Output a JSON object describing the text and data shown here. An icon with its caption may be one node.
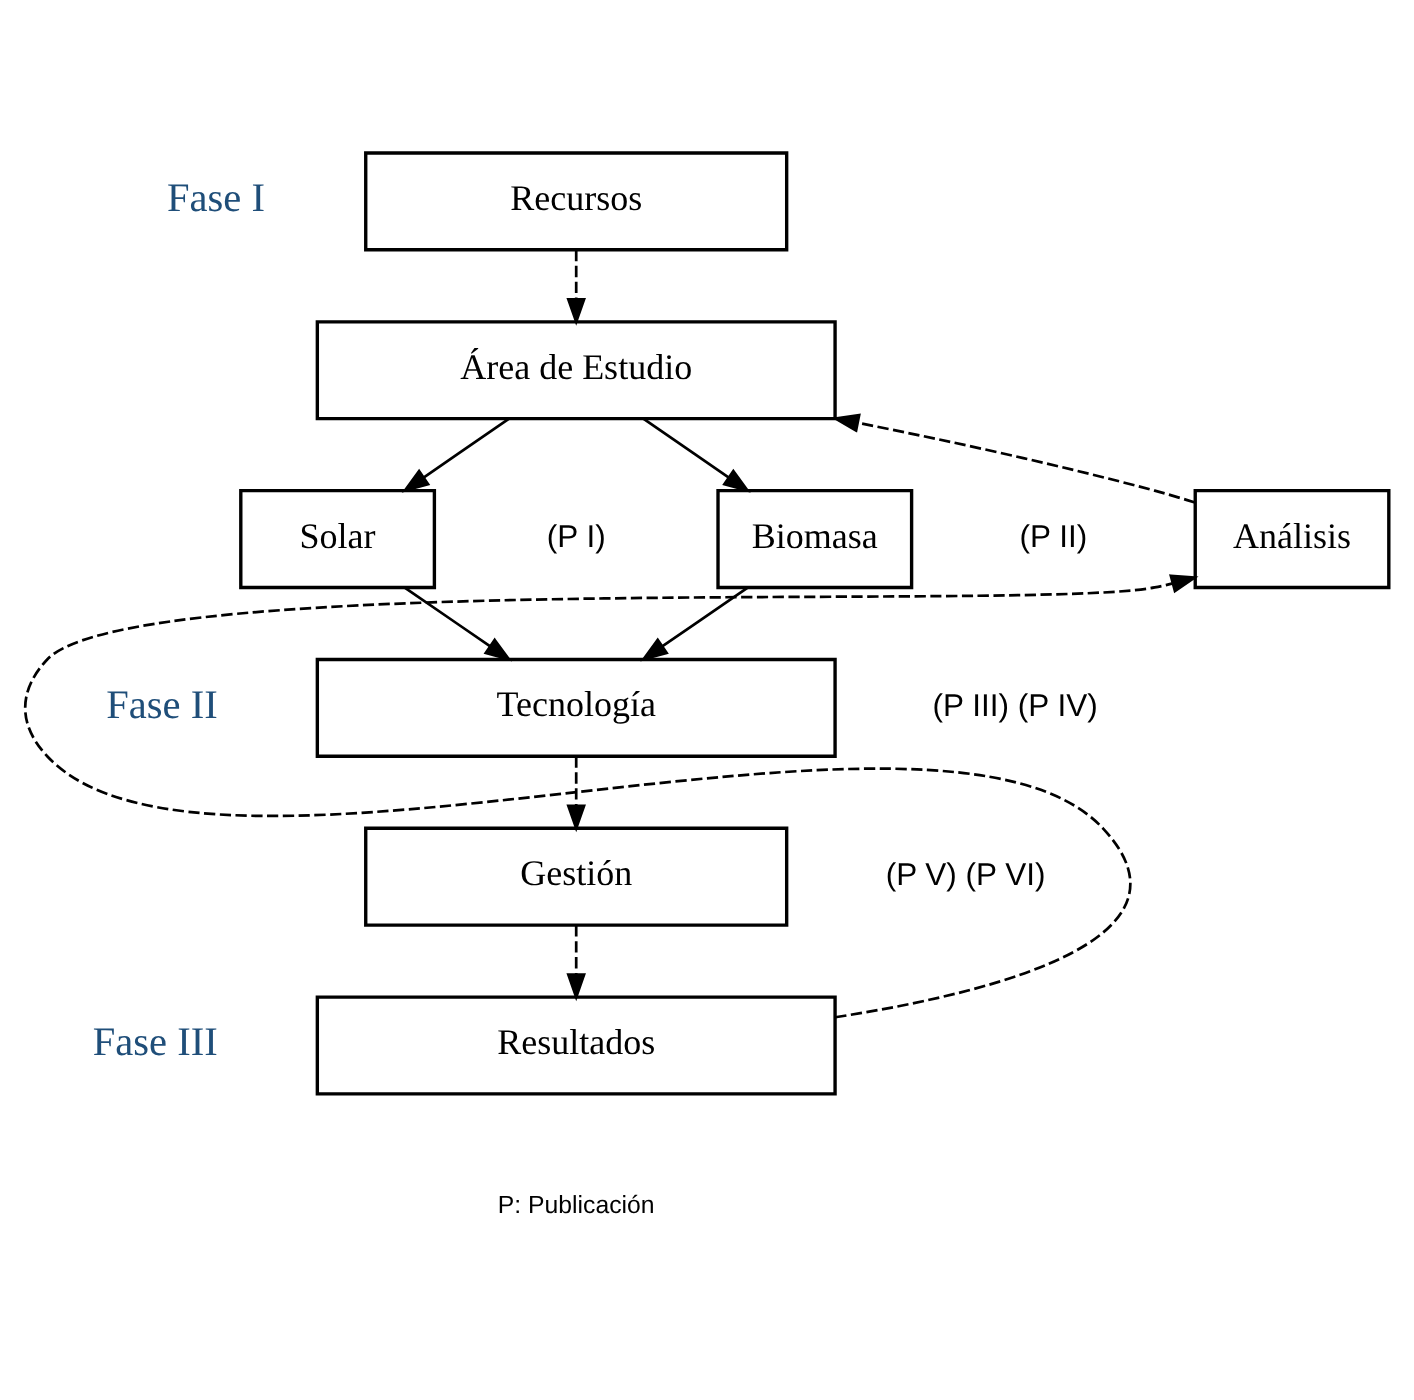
{
  "diagram": {
    "nodes": [
      {
        "text": [
          "Recursos"
        ]
      },
      {
        "text": [
          "Área de Estudio"
        ]
      },
      {
        "text": [
          "Solar"
        ],
        "beside": [
          "(P I)"
        ]
      },
      {
        "text": [
          "Biomasa"
        ],
        "beside": [
          "(P II)"
        ]
      },
      {
        "text": [
          "Tecnología"
        ],
        "beside": [
          "(P III) (P IV)"
        ]
      },
      {
        "text": [
          "Gestión"
        ],
        "beside": [
          "(P V) (P VI)"
        ]
      },
      {
        "text": [
          "Resultados"
        ]
      },
      {
        "text": [
          "Análisis"
        ]
      }
    ],
    "edges": [
      {
        "from": 0,
        "to": 1,
        "arrow": "to",
        "style": "dashed"
      },
      {
        "from": 1,
        "to": 2,
        "arrow": "to"
      },
      {
        "from": 1,
        "to": 3,
        "arrow": "to"
      },
      {
        "from": 2,
        "to": 4,
        "arrow": "to"
      },
      {
        "from": 3,
        "to": 4,
        "arrow": "to"
      },
      {
        "from": 4,
        "to": 5,
        "arrow": "to",
        "style": "dashed"
      },
      {
        "from": 5,
        "to": 6,
        "arrow": "to",
        "style": "dashed"
      },
      {
        "from": 6,
        "to": 7,
        "arrow": "to",
        "style": "dashed"
      },
      {
        "from": 7,
        "to": 1,
        "arrow": "to",
        "style": "dashed"
      }
    ],
    "labels": [
      "Fase I",
      "Fase II",
      "Fase III",
      "P: Publicación"
    ]
  }
}
